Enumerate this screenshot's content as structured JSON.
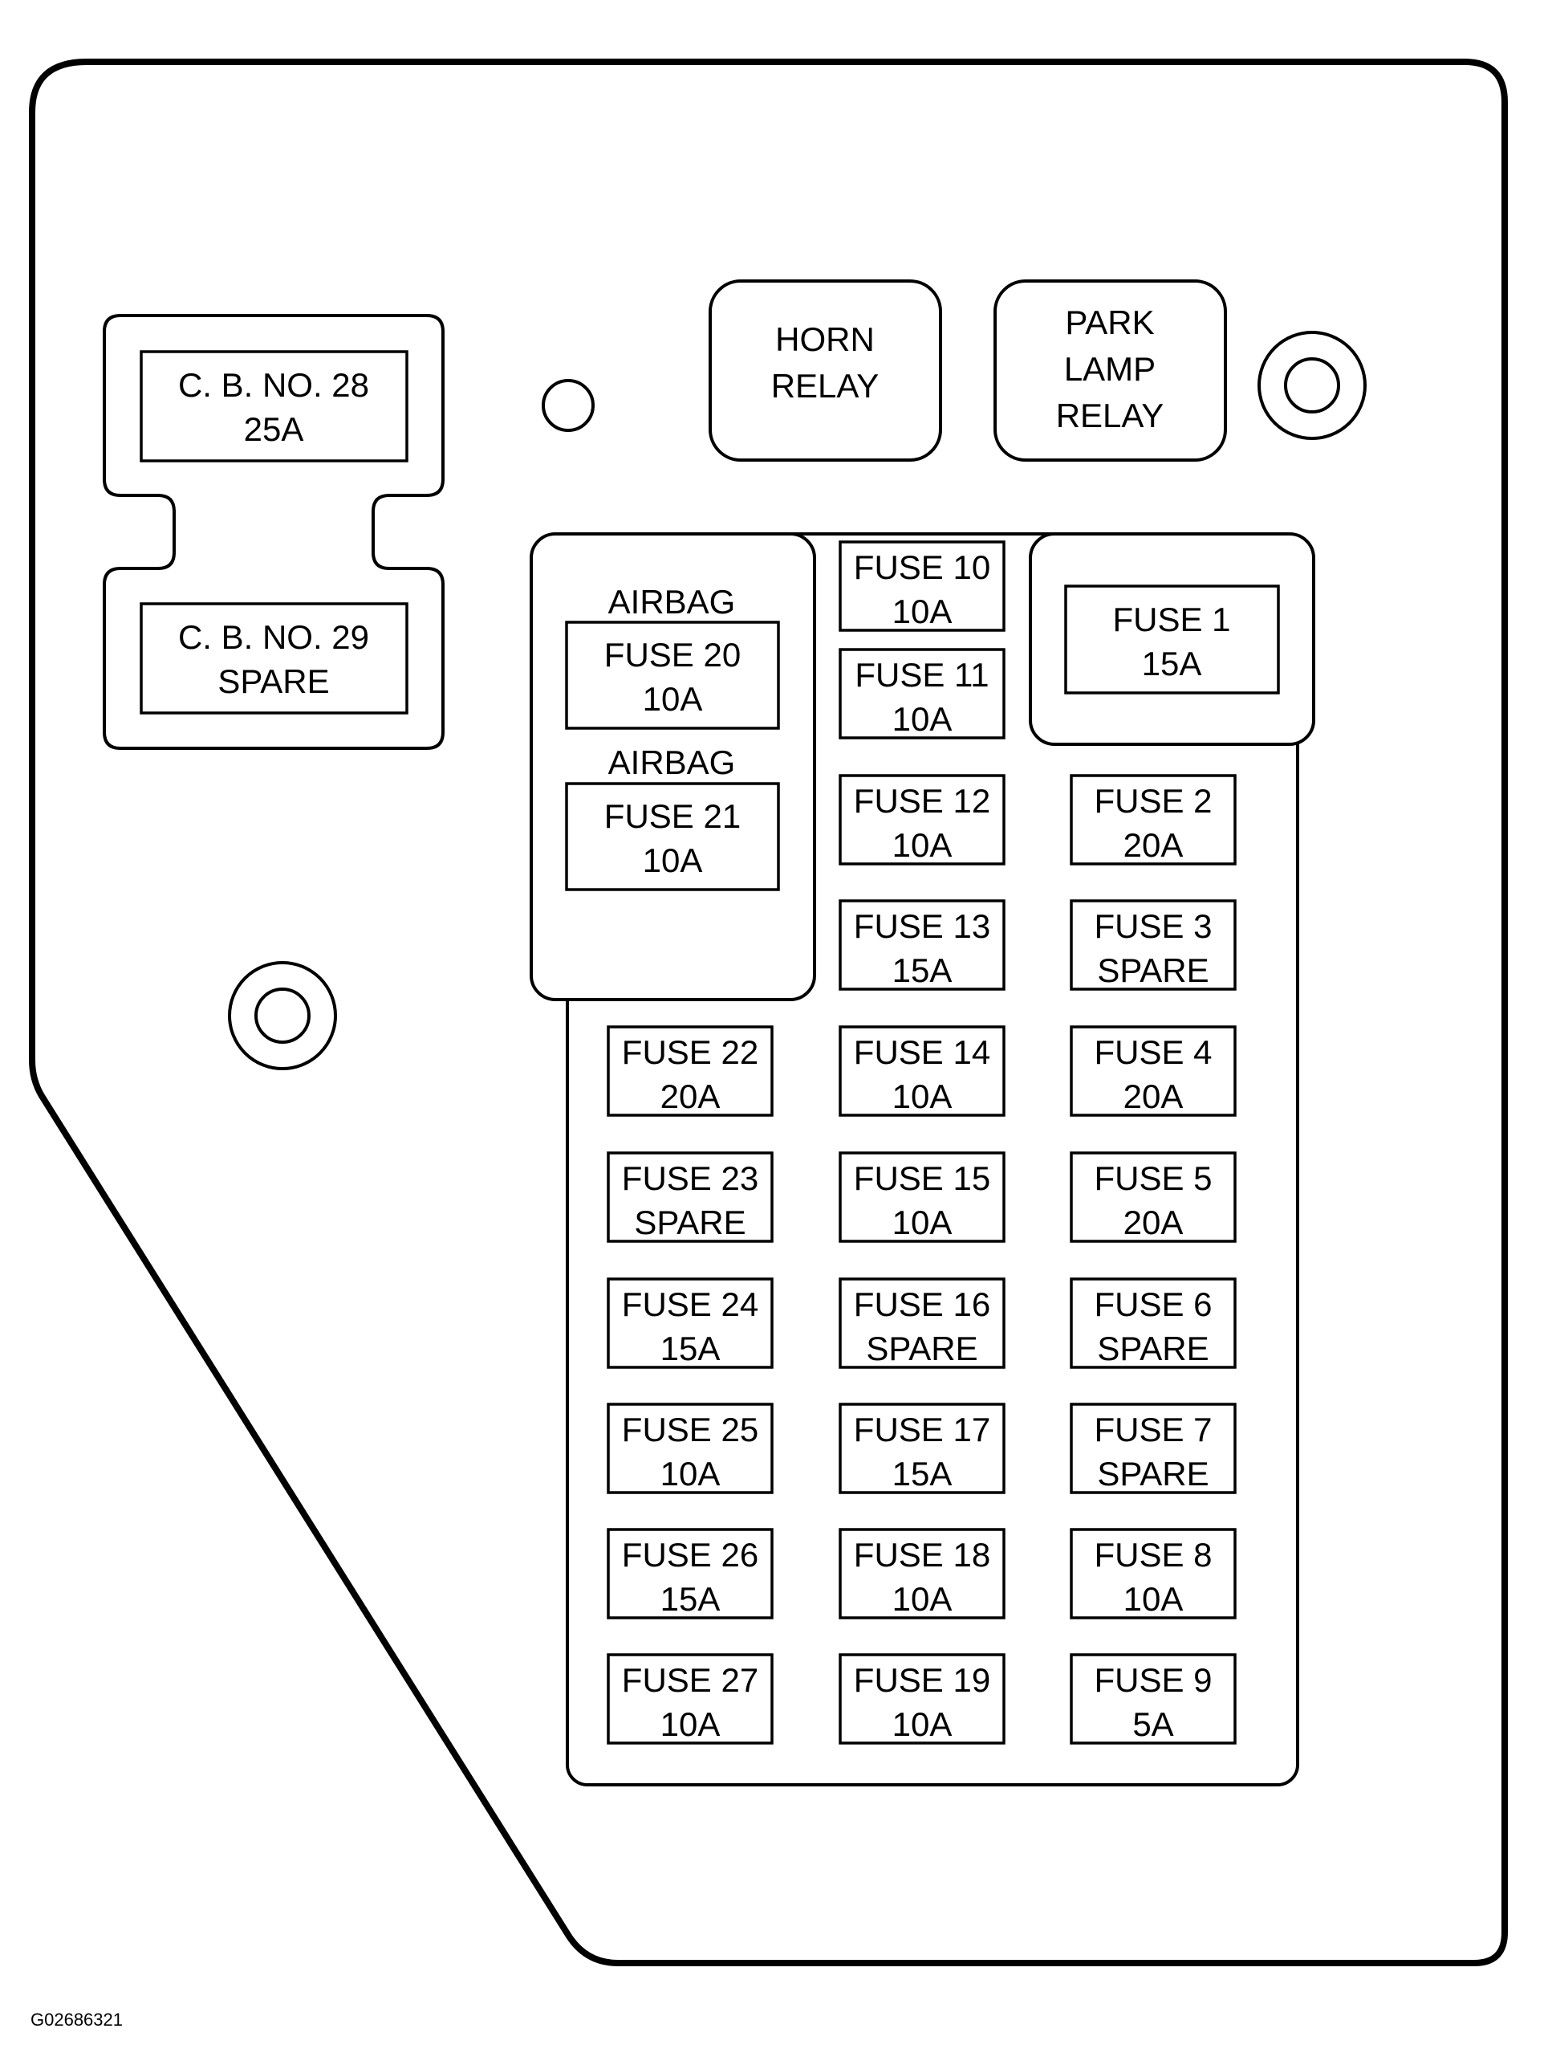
{
  "image_id": "G02686321",
  "breakers": [
    {
      "name": "C. B. NO. 28",
      "rating": "25A"
    },
    {
      "name": "C. B. NO. 29",
      "rating": "SPARE"
    }
  ],
  "relays": [
    {
      "lines": [
        "HORN",
        "RELAY"
      ]
    },
    {
      "lines": [
        "PARK",
        "LAMP",
        "RELAY"
      ]
    }
  ],
  "airbag_label": "AIRBAG",
  "fuses": {
    "f1": {
      "name": "FUSE 1",
      "rating": "15A"
    },
    "f2": {
      "name": "FUSE 2",
      "rating": "20A"
    },
    "f3": {
      "name": "FUSE 3",
      "rating": "SPARE"
    },
    "f4": {
      "name": "FUSE 4",
      "rating": "20A"
    },
    "f5": {
      "name": "FUSE 5",
      "rating": "20A"
    },
    "f6": {
      "name": "FUSE 6",
      "rating": "SPARE"
    },
    "f7": {
      "name": "FUSE 7",
      "rating": "SPARE"
    },
    "f8": {
      "name": "FUSE 8",
      "rating": "10A"
    },
    "f9": {
      "name": "FUSE 9",
      "rating": "5A"
    },
    "f10": {
      "name": "FUSE 10",
      "rating": "10A"
    },
    "f11": {
      "name": "FUSE 11",
      "rating": "10A"
    },
    "f12": {
      "name": "FUSE 12",
      "rating": "10A"
    },
    "f13": {
      "name": "FUSE 13",
      "rating": "15A"
    },
    "f14": {
      "name": "FUSE 14",
      "rating": "10A"
    },
    "f15": {
      "name": "FUSE 15",
      "rating": "10A"
    },
    "f16": {
      "name": "FUSE 16",
      "rating": "SPARE"
    },
    "f17": {
      "name": "FUSE 17",
      "rating": "15A"
    },
    "f18": {
      "name": "FUSE 18",
      "rating": "10A"
    },
    "f19": {
      "name": "FUSE 19",
      "rating": "10A"
    },
    "f20": {
      "name": "FUSE 20",
      "rating": "10A"
    },
    "f21": {
      "name": "FUSE 21",
      "rating": "10A"
    },
    "f22": {
      "name": "FUSE 22",
      "rating": "20A"
    },
    "f23": {
      "name": "FUSE 23",
      "rating": "SPARE"
    },
    "f24": {
      "name": "FUSE 24",
      "rating": "15A"
    },
    "f25": {
      "name": "FUSE 25",
      "rating": "10A"
    },
    "f26": {
      "name": "FUSE 26",
      "rating": "15A"
    },
    "f27": {
      "name": "FUSE 27",
      "rating": "10A"
    }
  }
}
